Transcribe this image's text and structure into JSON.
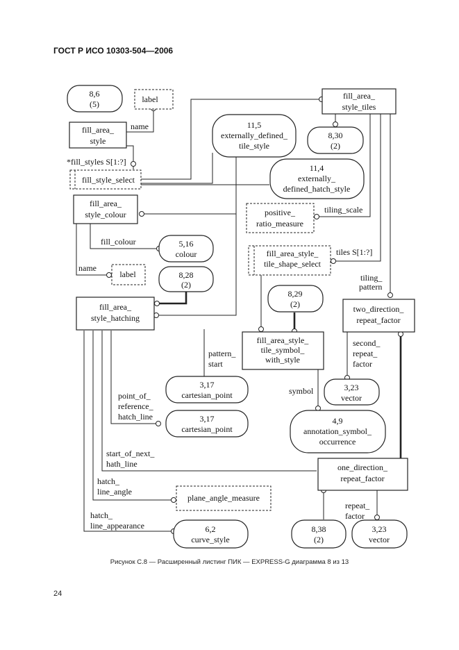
{
  "header": {
    "title": "ГОСТ Р ИСО 10303-504—2006"
  },
  "caption": "Рисунок C.8 — Расширенный листинг ПИК — EXPRESS-G диаграмма 8 из 13",
  "page_number": "24",
  "nodes": {
    "ref_8_6": {
      "line1": "8,6",
      "line2": "(5)"
    },
    "label_top": {
      "line1": "label"
    },
    "fill_area_style": {
      "line1": "fill_area_",
      "line2": "style"
    },
    "fill_style_select": {
      "line1": "fill_style_select"
    },
    "fill_area_style_colour": {
      "line1": "fill_area_",
      "line2": "style_colour"
    },
    "ref_5_16": {
      "line1": "5,16",
      "line2": "colour"
    },
    "label_mid": {
      "line1": "label"
    },
    "ref_8_28": {
      "line1": "8,28",
      "line2": "(2)"
    },
    "fill_area_style_hatching": {
      "line1": "fill_area_",
      "line2": "style_hatching"
    },
    "ref_11_5": {
      "line1": "11,5",
      "line2": "externally_defined_",
      "line3": "tile_style"
    },
    "fill_area_style_tiles": {
      "line1": "fill_area_",
      "line2": "style_tiles"
    },
    "ref_8_30": {
      "line1": "8,30",
      "line2": "(2)"
    },
    "ref_11_4": {
      "line1": "11,4",
      "line2": "externally_",
      "line3": "defined_hatch_style"
    },
    "positive_ratio_measure": {
      "line1": "positive_",
      "line2": "ratio_measure"
    },
    "fill_area_style_tile_shape_select": {
      "line1": "fill_area_style_",
      "line2": "tile_shape_select"
    },
    "ref_8_29": {
      "line1": "8,29",
      "line2": "(2)"
    },
    "two_direction_repeat_factor": {
      "line1": "two_direction_",
      "line2": "repeat_factor"
    },
    "fill_area_style_tile_symbol_with_style": {
      "line1": "fill_area_style_",
      "line2": "tile_symbol_",
      "line3": "with_style"
    },
    "ref_3_23_a": {
      "line1": "3,23",
      "line2": "vector"
    },
    "ref_3_17_a": {
      "line1": "3,17",
      "line2": "cartesian_point"
    },
    "ref_3_17_b": {
      "line1": "3,17",
      "line2": "cartesian_point"
    },
    "ref_4_9": {
      "line1": "4,9",
      "line2": "annotation_symbol_",
      "line3": "occurrence"
    },
    "one_direction_repeat_factor": {
      "line1": "one_direction_",
      "line2": "repeat_factor"
    },
    "plane_angle_measure": {
      "line1": "plane_angle_measure"
    },
    "ref_6_2": {
      "line1": "6,2",
      "line2": "curve_style"
    },
    "ref_8_38": {
      "line1": "8,38",
      "line2": "(2)"
    },
    "ref_3_23_b": {
      "line1": "3,23",
      "line2": "vector"
    }
  },
  "edge_labels": {
    "name": "name",
    "fill_styles": "*fill_styles S[1:?]",
    "fill_colour": "fill_colour",
    "name2": "name",
    "tiling_scale": "tiling_scale",
    "tiles": "tiles S[1:?]",
    "tiling_pattern_1": "tiling_",
    "tiling_pattern_2": "pattern",
    "pattern_start_1": "pattern_",
    "pattern_start_2": "start",
    "second_repeat_factor_1": "second_",
    "second_repeat_factor_2": "repeat_",
    "second_repeat_factor_3": "factor",
    "point_of_reference_1": "point_of_",
    "point_of_reference_2": "reference_",
    "point_of_reference_3": "hatch_line",
    "symbol": "symbol",
    "start_of_next_1": "start_of_next_",
    "start_of_next_2": "hath_line",
    "hatch_line_angle_1": "hatch_",
    "hatch_line_angle_2": "line_angle",
    "repeat_factor_1": "repeat_",
    "repeat_factor_2": "factor",
    "hatch_line_appearance_1": "hatch_",
    "hatch_line_appearance_2": "line_appearance"
  }
}
